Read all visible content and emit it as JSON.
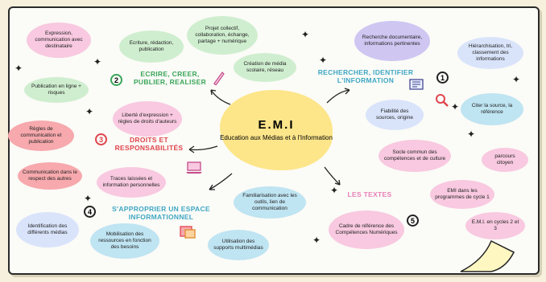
{
  "center": {
    "title": "E.M.I",
    "subtitle": "Education aux Médias et à l'Information"
  },
  "headings": {
    "h1": "RECHERCHER, IDENTIFIER L'INFORMATION",
    "h2": "ECRIRE, CREER, PUBLIER, REALISER",
    "h3": "DROITS ET RESPONSABILITÉS",
    "h4": "S'APPROPRIER UN ESPACE INFORMATIONNEL",
    "h5": "LES TEXTES"
  },
  "numbers": {
    "n1": "1",
    "n2": "2",
    "n3": "3",
    "n4": "4",
    "n5": "5"
  },
  "bubbles": {
    "b_expression": "Expression, communication avec destinataire",
    "b_ecriture": "Ecriture, rédaction, publication",
    "b_projet": "Projet collectif, collaboration, échange, partage + numérique",
    "b_creation": "Création de média scolaire, réseau",
    "b_publication": "Publication en ligne + risques",
    "b_liberte": "Liberté d'expression + règles de droits d'auteurs",
    "b_regles": "Règles de communication et publication",
    "b_communication": "Communication dans le respect des autres",
    "b_traces": "Traces laissées et information personnelles",
    "b_identification": "Identification des différents médias",
    "b_mobilisation": "Mobilisation des ressources en fonction des besoins",
    "b_utilisation": "Utilisation des supports multimédias",
    "b_familiarisation": "Familiarisation avec les outils, lien de communication",
    "b_recherche": "Recherche documentaire, informations pertinentes",
    "b_hierarchisation": "Hiérarchisation, tri, classement des informations",
    "b_fiabilite": "Fiabilité des sources, origine",
    "b_citer": "Citer la source, la référence",
    "b_socle": "Socle commun des compétences et de culture",
    "b_parcours": "parcours citoyen",
    "b_emi_programmes": "EMI dans les programmes de cycle 1",
    "b_cadre": "Cadre de référence des Compétences Numériques",
    "b_emi_cycles": "E.M.I. en cycles 2 et 3"
  },
  "colors": {
    "center": "#fde68a",
    "heading_red": "#e0444c",
    "heading_teal": "#3fa7c4",
    "heading_purple": "#8a7de0",
    "heading_green": "#3aa65a",
    "heading_pink": "#e77fb4"
  }
}
